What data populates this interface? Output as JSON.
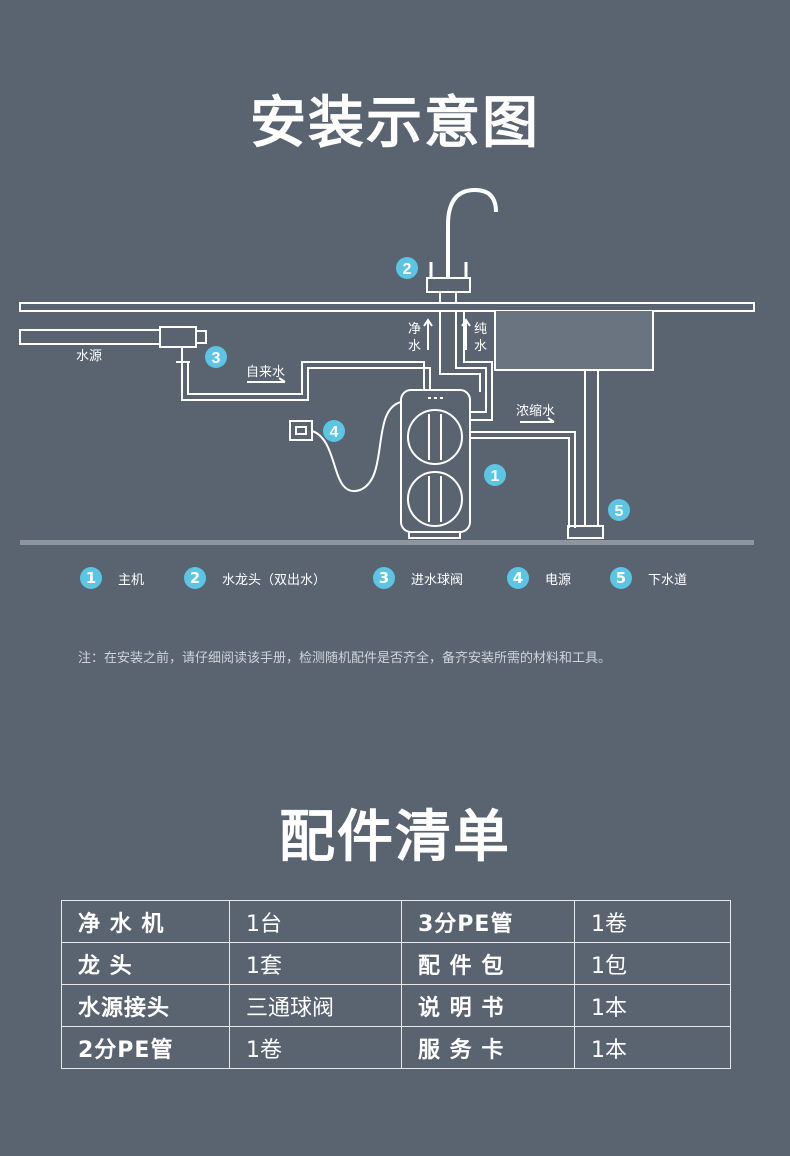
{
  "title": "安装示意图",
  "diagram": {
    "labels": {
      "water_source": "水源",
      "tap_water": "自来水",
      "purified_water": [
        "净",
        "水"
      ],
      "pure_water": [
        "纯",
        "水"
      ],
      "concentrate": "浓缩水"
    },
    "markers": [
      "1",
      "2",
      "3",
      "4",
      "5"
    ]
  },
  "legend": [
    {
      "num": "1",
      "label": "主机"
    },
    {
      "num": "2",
      "label": "水龙头（双出水）"
    },
    {
      "num": "3",
      "label": "进水球阀"
    },
    {
      "num": "4",
      "label": "电源"
    },
    {
      "num": "5",
      "label": "下水道"
    }
  ],
  "note": "注：在安装之前，请仔细阅读该手册，检测随机配件是否齐全，备齐安装所需的材料和工具。",
  "parts_title": "配件清单",
  "parts": [
    [
      "净 水 机",
      "1台",
      "3分PE管",
      "1卷"
    ],
    [
      "龙 头",
      "1套",
      "配 件 包",
      "1包"
    ],
    [
      "水源接头",
      "三通球阀",
      "说 明 书",
      "1本"
    ],
    [
      "2分PE管",
      "1卷",
      "服 务 卡",
      "1本"
    ]
  ],
  "colors": {
    "background": "#5a6370",
    "accent": "#5cc5e3",
    "line": "#ffffff"
  }
}
